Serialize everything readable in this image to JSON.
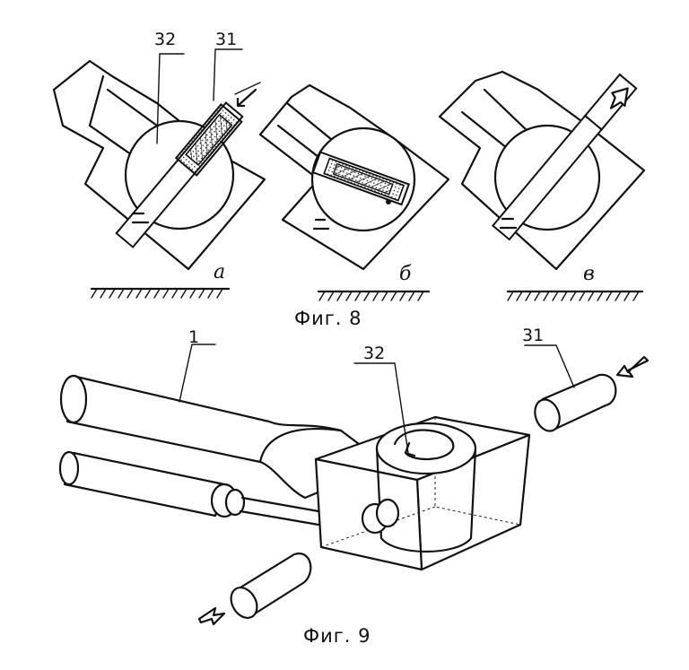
{
  "fig8": {
    "caption": "Фиг. 8",
    "label_32": "32",
    "label_31": "31",
    "panels": [
      {
        "letter": "а"
      },
      {
        "letter": "б"
      },
      {
        "letter": "в"
      }
    ]
  },
  "fig9": {
    "caption": "Фиг. 9",
    "label_1": "1",
    "label_32": "32",
    "label_31": "31"
  }
}
